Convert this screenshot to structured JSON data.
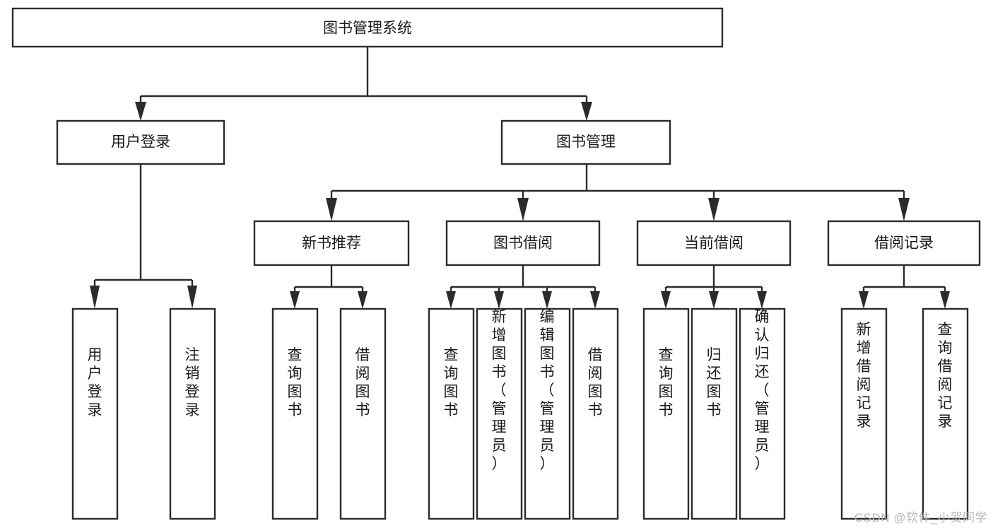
{
  "diagram": {
    "kind": "function-structure-tree",
    "orientation": "top-down",
    "watermark": "CSDN @软件_小贺同学",
    "colors": {
      "box_stroke": "#2b2b2b",
      "box_fill": "#ffffff",
      "text": "#1a1a1a",
      "background": "#ffffff",
      "watermark": "#b9b9b9"
    },
    "root": {
      "label": "图书管理系统"
    },
    "level2": [
      {
        "label": "用户登录"
      },
      {
        "label": "图书管理"
      }
    ],
    "level3": [
      {
        "label": "新书推荐"
      },
      {
        "label": "图书借阅"
      },
      {
        "label": "当前借阅"
      },
      {
        "label": "借阅记录"
      }
    ],
    "leaves": {
      "user_login": [
        {
          "label": "用户登录"
        },
        {
          "label": "注销登录"
        }
      ],
      "new_book_recommend": [
        {
          "label": "查询图书"
        },
        {
          "label": "借阅图书"
        }
      ],
      "book_borrow": [
        {
          "label": "查询图书"
        },
        {
          "label": "新增图书（管理员）"
        },
        {
          "label": "编辑图书（管理员）"
        },
        {
          "label": "借阅图书"
        }
      ],
      "current_borrow": [
        {
          "label": "查询图书"
        },
        {
          "label": "归还图书"
        },
        {
          "label": "确认归还（管理员）"
        }
      ],
      "borrow_record": [
        {
          "label": "新增借阅记录"
        },
        {
          "label": "查询借阅记录"
        }
      ]
    }
  }
}
